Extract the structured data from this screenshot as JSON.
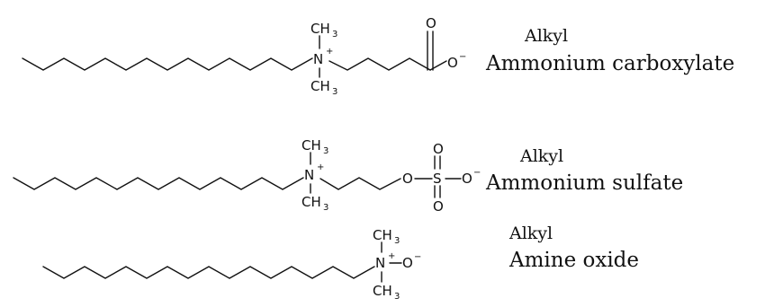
{
  "molecules": [
    {
      "id": "carboxylate",
      "caption_line1": "Alkyl",
      "caption_line2": "Ammonium carboxylate",
      "atoms": {
        "n": "N",
        "n_charge": "+",
        "c_top": "CH",
        "c_bot": "CH",
        "sub": "3",
        "o_top": "O",
        "o_right": "O",
        "o_charge": "−"
      }
    },
    {
      "id": "sulfate",
      "caption_line1": "Alkyl",
      "caption_line2": "Ammonium sulfate",
      "atoms": {
        "n": "N",
        "n_charge": "+",
        "c_top": "CH",
        "c_bot": "CH",
        "sub": "3",
        "o_link": "O",
        "s": "S",
        "o_top": "O",
        "o_bot": "O",
        "o_right": "O",
        "o_charge": "−"
      }
    },
    {
      "id": "oxide",
      "caption_line1": "Alkyl",
      "caption_line2": "Amine oxide",
      "atoms": {
        "n": "N",
        "n_charge": "+",
        "c_top": "CH",
        "c_bot": "CH",
        "sub": "3",
        "o_right": "O",
        "o_charge": "−"
      }
    }
  ]
}
